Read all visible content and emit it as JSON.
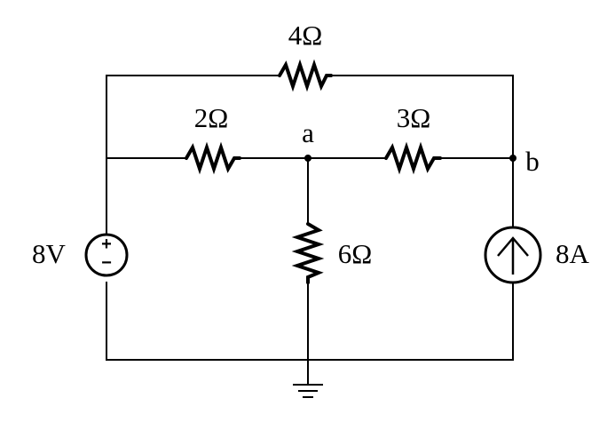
{
  "labels": {
    "r_top": "4Ω",
    "r_left": "2Ω",
    "r_right": "3Ω",
    "r_mid": "6Ω",
    "node_a": "a",
    "node_b": "b",
    "voltage_source": "8V",
    "current_source": "8A",
    "plus_sign": "+",
    "minus_sign": "−"
  },
  "components": [
    {
      "type": "resistor",
      "label": "4Ω"
    },
    {
      "type": "resistor",
      "label": "2Ω"
    },
    {
      "type": "resistor",
      "label": "3Ω"
    },
    {
      "type": "resistor",
      "label": "6Ω"
    },
    {
      "type": "voltage-source",
      "label": "8V"
    },
    {
      "type": "current-source",
      "label": "8A"
    },
    {
      "type": "ground"
    }
  ],
  "nodes": [
    "a",
    "b"
  ],
  "colors": {
    "stroke": "#000000",
    "background": "#ffffff"
  }
}
